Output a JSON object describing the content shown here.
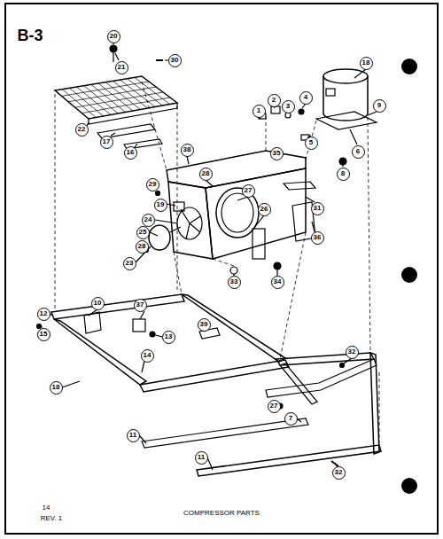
{
  "diagram": {
    "title": "B-3",
    "caption": "COMPRESSOR PARTS",
    "labels": [
      "20",
      "21",
      "30",
      "22",
      "17",
      "16",
      "18",
      "1",
      "2",
      "3",
      "4",
      "9",
      "5",
      "6",
      "8",
      "38",
      "35",
      "28",
      "29",
      "19",
      "27",
      "31",
      "24",
      "25",
      "26",
      "36",
      "28",
      "23",
      "33",
      "34",
      "12",
      "15",
      "10",
      "37",
      "39",
      "13",
      "14",
      "18",
      "32",
      "27",
      "7",
      "11",
      "11",
      "32",
      "14",
      "REV. 1"
    ]
  }
}
